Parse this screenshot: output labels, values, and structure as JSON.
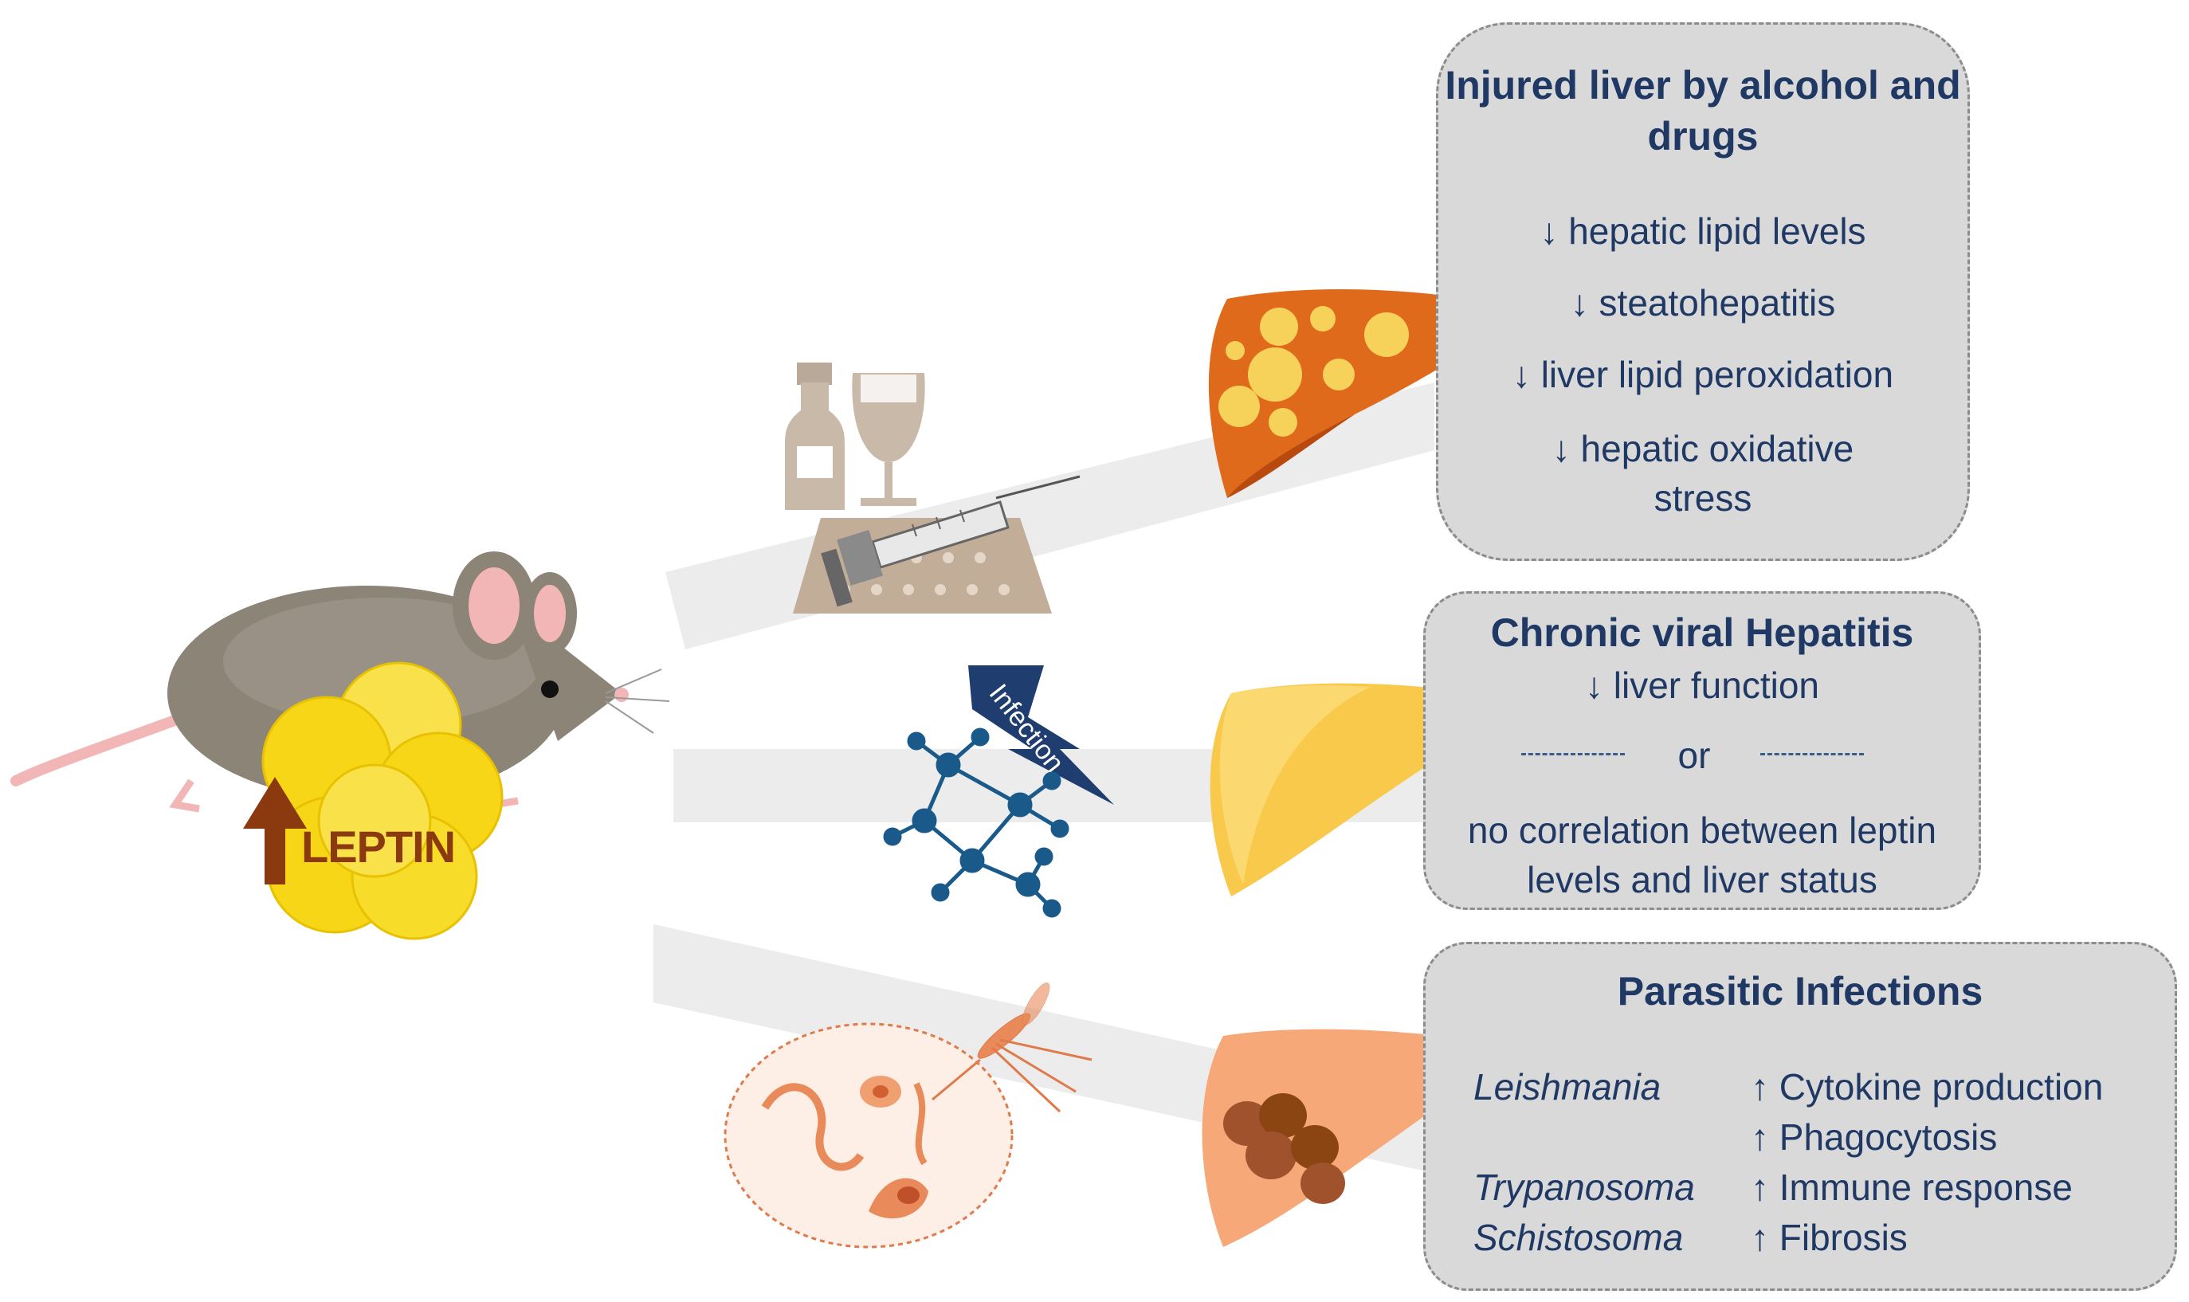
{
  "leptin_label": "LEPTIN",
  "infection_label": "Infection",
  "boxes": {
    "alcohol": {
      "title": "Injured liver by alcohol and drugs",
      "items": [
        "↓ hepatic lipid levels",
        "↓ steatohepatitis",
        "↓ liver lipid peroxidation",
        "↓ hepatic oxidative",
        "stress"
      ]
    },
    "viral": {
      "title": "Chronic viral Hepatitis",
      "items": [
        "↓ liver function",
        "or",
        "no correlation between leptin",
        "levels and liver status"
      ]
    },
    "parasitic": {
      "title": "Parasitic Infections",
      "rows": [
        {
          "species": "Leishmania",
          "effect": "↑ Cytokine production"
        },
        {
          "species": "",
          "effect": "↑ Phagocytosis"
        },
        {
          "species": "Trypanosoma",
          "effect": "↑ Immune response"
        },
        {
          "species": "Schistosoma",
          "effect": "↑ Fibrosis"
        }
      ]
    }
  },
  "colors": {
    "box_fill": "#d9d9d9",
    "text_dark_blue": "#1f3864",
    "leptin_brown": "#8b3a0f",
    "fat_yellow": "#f7d618",
    "liver_alcohol": "#e06a1b",
    "liver_viral": "#f8c94a",
    "liver_parasitic": "#f6a878",
    "virus_blue": "#1a5a8a"
  },
  "icons": [
    "mouse-icon",
    "fat-cells-icon",
    "up-arrow-icon",
    "bottle-icon",
    "wine-glass-icon",
    "syringe-icon",
    "pill-tray-icon",
    "virus-icon",
    "lightning-bolt-icon",
    "mosquito-icon",
    "parasite-circle-icon",
    "fatty-liver-icon",
    "viral-liver-icon",
    "parasitic-liver-icon"
  ]
}
